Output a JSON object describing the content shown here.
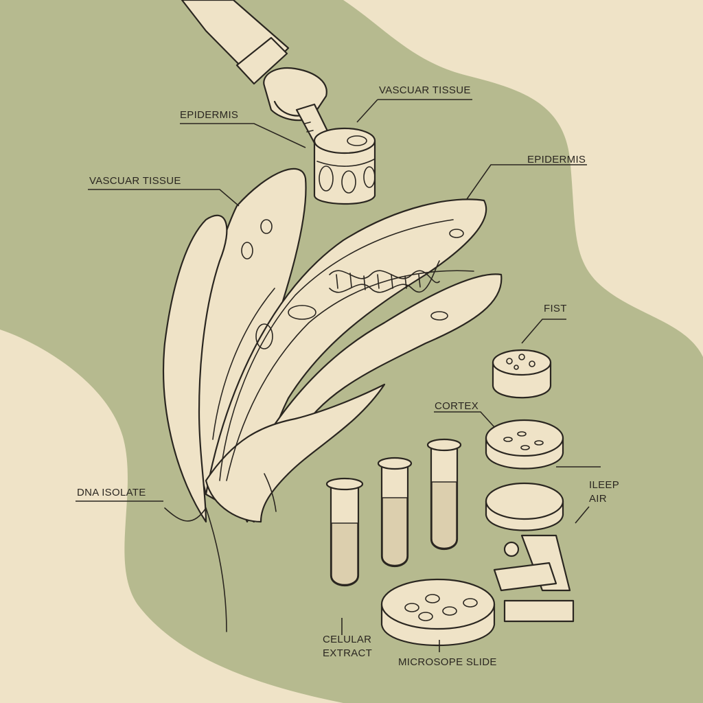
{
  "colors": {
    "background": "#efe3c7",
    "blob": "#b6ba8f",
    "ink": "#2a2620",
    "paper": "#efe3c7"
  },
  "labels": {
    "epidermis_top": "EPIDERMIS",
    "vascular_top": "VASCUAR TISSUE",
    "vascular_left": "VASCUAR TISSUE",
    "epidermis_right": "EPIDERMIS",
    "fist": "FIST",
    "cortex": "CORTEX",
    "ileep_air_1": "ILEEP",
    "ileep_air_2": "AIR",
    "dna_isolate": "DNA ISOLATE",
    "celular_1": "CELULAR",
    "celular_2": "EXTRACT",
    "microscope_slide": "MICROSOPE SLIDE"
  }
}
